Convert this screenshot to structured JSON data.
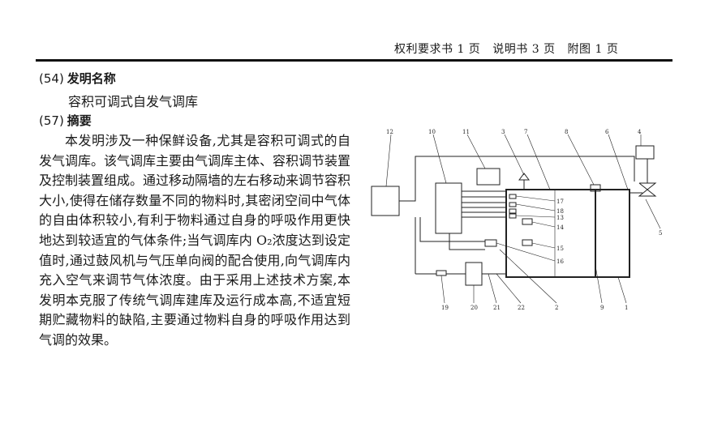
{
  "header": {
    "items": [
      "权利要求书 1 页",
      "说明书 3 页",
      "附图 1 页"
    ]
  },
  "section54": {
    "num": "(54)",
    "label": "发明名称"
  },
  "invention_title": "容积可调式自发气调库",
  "section57": {
    "num": "(57)",
    "label": "摘要"
  },
  "abstract": "本发明涉及一种保鲜设备,尤其是容积可调式的自发气调库。该气调库主要由气调库主体、容积调节装置及控制装置组成。通过移动隔墙的左右移动来调节容积大小,使得在储存数量不同的物料时,其密闭空间中气体的自由体积较小,有利于物料通过自身的呼吸作用更快地达到较适宜的气体条件;当气调库内 O₂浓度达到设定值时,通过鼓风机与气压单向阀的配合使用,向气调库内充入空气来调节气体浓度。由于采用上述技术方案,本发明本克服了传统气调库建库及运行成本高,不适宜短期贮藏物料的缺陷,主要通过物料自身的呼吸作用达到气调的效果。",
  "figure_labels": {
    "l12": "12",
    "l10": "10",
    "l11": "11",
    "l3": "3",
    "l7": "7",
    "l8": "8",
    "l6": "6",
    "l4": "4",
    "l5": "5",
    "l17": "17",
    "l18": "18",
    "l13": "13",
    "l14": "14",
    "l15": "15",
    "l16": "16",
    "l1": "1",
    "l9": "9",
    "l2": "2",
    "l22": "22",
    "l21": "21",
    "l20": "20",
    "l19": "19"
  }
}
